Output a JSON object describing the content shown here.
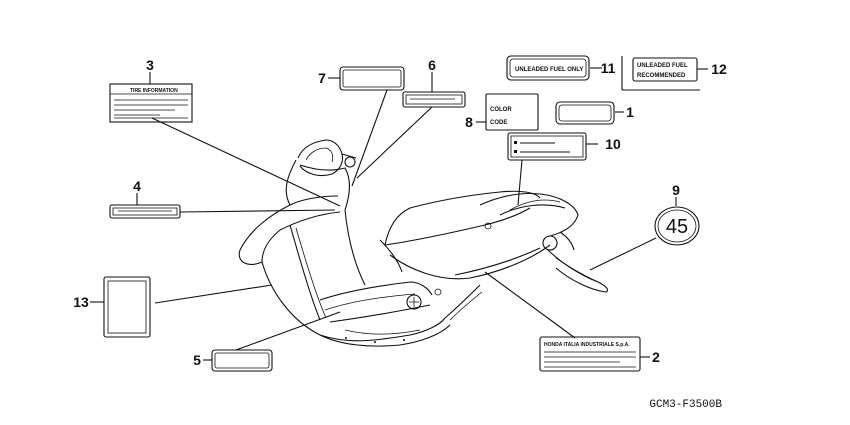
{
  "callouts": {
    "c1": "1",
    "c2": "2",
    "c3": "3",
    "c4": "4",
    "c5": "5",
    "c6": "6",
    "c7": "7",
    "c8": "8",
    "c9": "9",
    "c10": "10",
    "c11": "11",
    "c12": "12",
    "c13": "13"
  },
  "labels": {
    "tire_information": "TIRE INFORMATION",
    "unleaded_fuel_only": "UNLEADED FUEL ONLY",
    "unleaded_fuel_recommended_1": "UNLEADED FUEL",
    "unleaded_fuel_recommended_2": "RECOMMENDED",
    "color": "COLOR",
    "code": "CODE",
    "honda_italia": "HONDA ITALIA INDUSTRIALE S.p.A.",
    "speed_limit": "45"
  },
  "drawing_code": "GCM3-F3500B"
}
